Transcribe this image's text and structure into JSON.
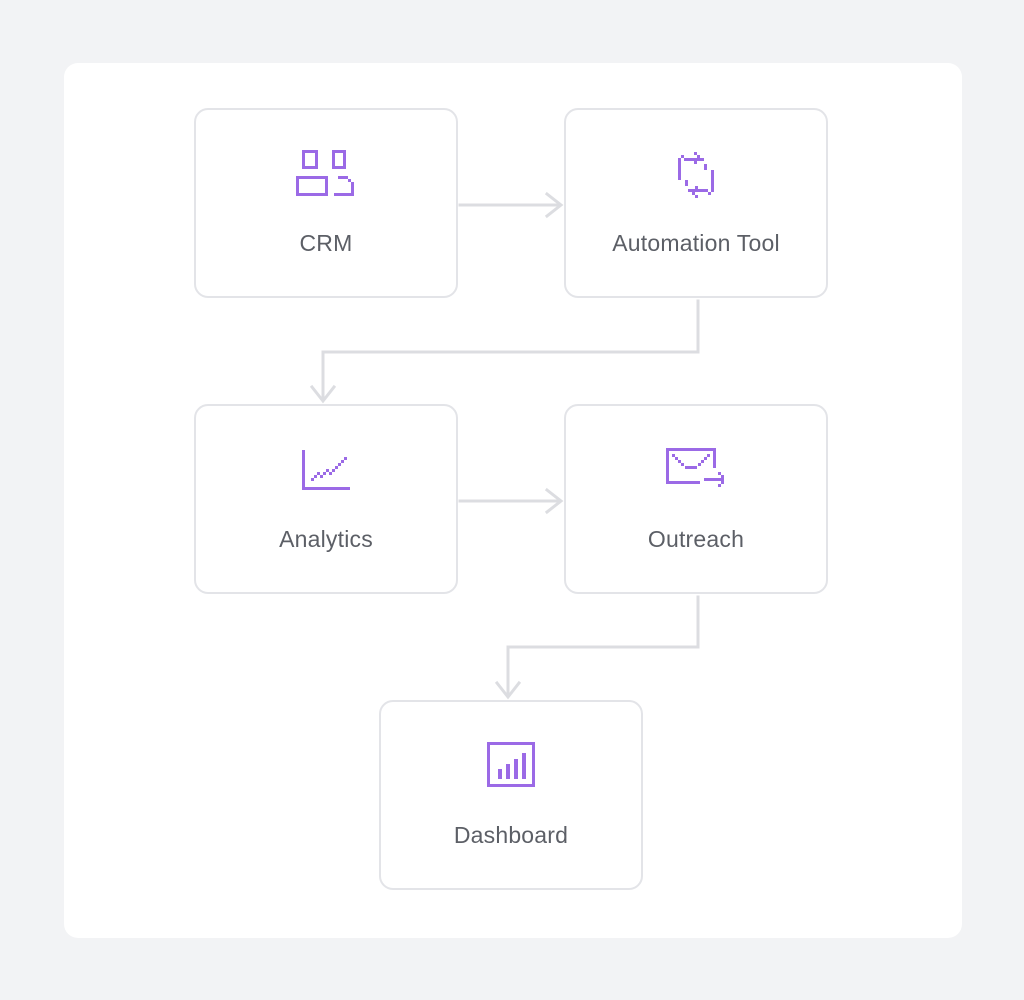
{
  "colors": {
    "background": "#f2f3f5",
    "panel": "#ffffff",
    "node_border": "#e3e4e8",
    "connector": "#dcdde1",
    "icon_accent": "#9b6ae6",
    "label_text": "#5c5f66"
  },
  "nodes": [
    {
      "label": "CRM",
      "icon": "users-icon"
    },
    {
      "label": "Automation Tool",
      "icon": "sync-arrows-icon"
    },
    {
      "label": "Analytics",
      "icon": "line-chart-icon"
    },
    {
      "label": "Outreach",
      "icon": "mail-send-icon"
    },
    {
      "label": "Dashboard",
      "icon": "bar-chart-board-icon"
    }
  ],
  "edges": [
    {
      "from": "CRM",
      "to": "Automation Tool"
    },
    {
      "from": "Automation Tool",
      "to": "Analytics"
    },
    {
      "from": "Analytics",
      "to": "Outreach"
    },
    {
      "from": "Outreach",
      "to": "Dashboard"
    }
  ]
}
